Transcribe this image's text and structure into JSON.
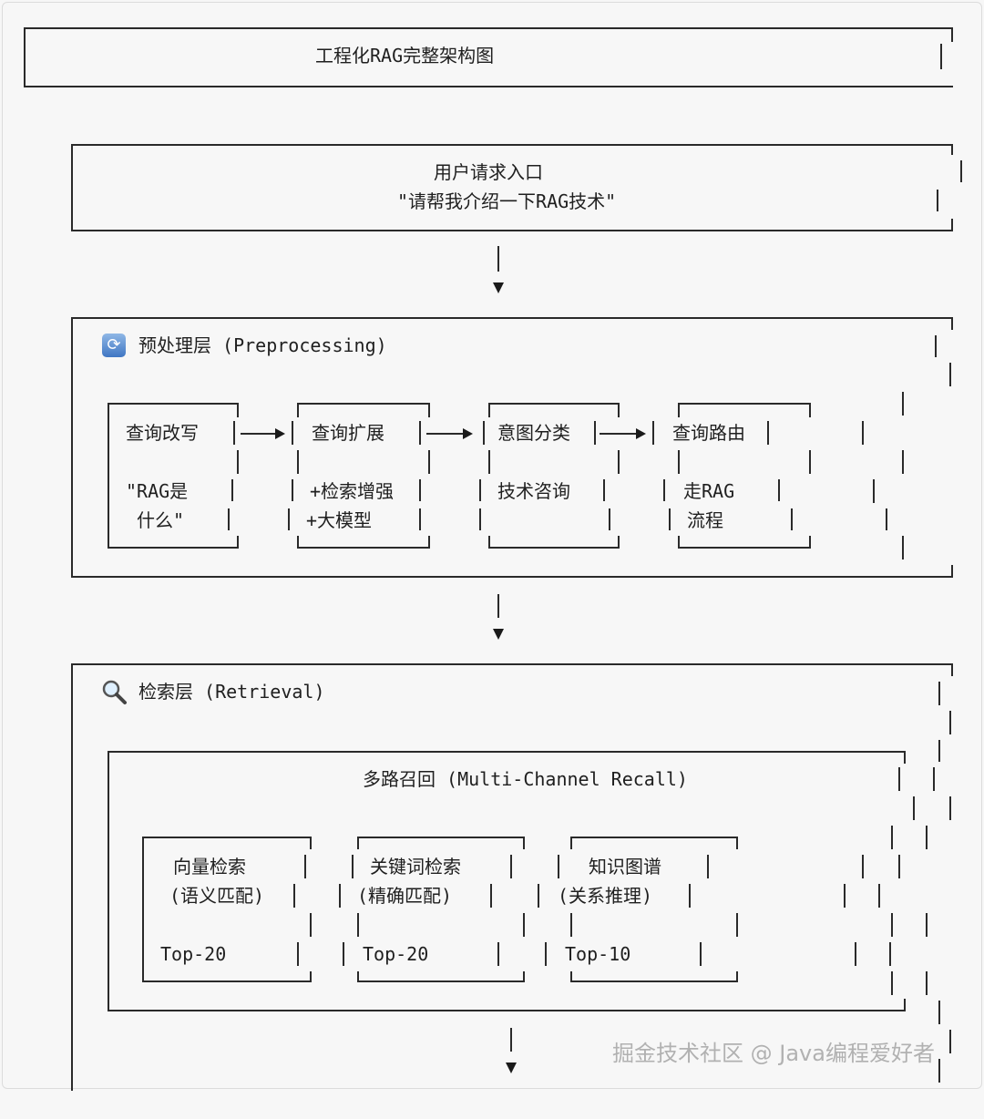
{
  "title": "工程化RAG完整架构图",
  "entry": {
    "label": "用户请求入口",
    "query": "\"请帮我介绍一下RAG技术\""
  },
  "preprocessing": {
    "icon": "refresh-icon",
    "title": "预处理层 (Preprocessing)",
    "steps": [
      {
        "name": "查询改写",
        "line1": "\"RAG是",
        "line2": "什么\""
      },
      {
        "name": "查询扩展",
        "line1": "+检索增强",
        "line2": "+大模型"
      },
      {
        "name": "意图分类",
        "line1": "技术咨询",
        "line2": ""
      },
      {
        "name": "查询路由",
        "line1": "走RAG",
        "line2": "流程"
      }
    ]
  },
  "retrieval": {
    "icon": "magnifier-icon",
    "title": "检索层 (Retrieval)",
    "recall": {
      "title": "多路召回 (Multi-Channel Recall)",
      "channels": [
        {
          "name": "向量检索",
          "desc": "(语义匹配)",
          "topk": "Top-20"
        },
        {
          "name": "关键词检索",
          "desc": "(精确匹配)",
          "topk": "Top-20"
        },
        {
          "name": "知识图谱",
          "desc": "(关系推理)",
          "topk": "Top-10"
        }
      ]
    }
  },
  "watermark": "掘金技术社区 @ Java编程爱好者"
}
